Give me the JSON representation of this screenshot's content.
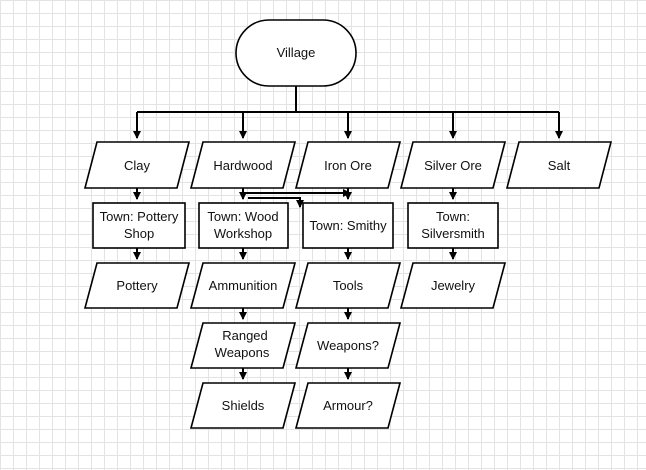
{
  "diagram": {
    "root": "Village",
    "resources": [
      "Clay",
      "Hardwood",
      "Iron Ore",
      "Silver Ore",
      "Salt"
    ],
    "processors": {
      "pottery_shop": [
        "Town: Pottery",
        "Shop"
      ],
      "wood_workshop": [
        "Town: Wood",
        "Workshop"
      ],
      "smithy": [
        "Town: Smithy"
      ],
      "silversmith": [
        "Town:",
        "Silversmith"
      ]
    },
    "products": {
      "pottery": "Pottery",
      "ammunition": "Ammunition",
      "tools": "Tools",
      "jewelry": "Jewelry",
      "ranged_weapons": [
        "Ranged",
        "Weapons"
      ],
      "weapons": "Weapons?",
      "shields": "Shields",
      "armour": "Armour?"
    }
  }
}
